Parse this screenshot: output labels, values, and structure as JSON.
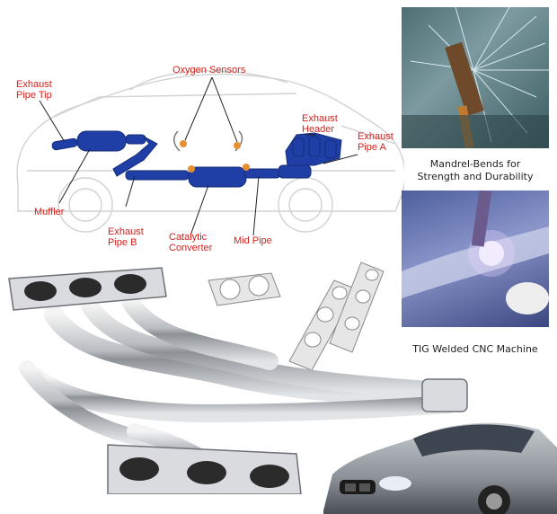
{
  "diagram": {
    "labels": {
      "exhaust_pipe_tip": "Exhaust\nPipe Tip",
      "oxygen_sensors": "Oxygen Sensors",
      "exhaust_header": "Exhaust\nHeader",
      "exhaust_pipe_a": "Exhaust\nPipe A",
      "muffler": "Muffler",
      "exhaust_pipe_b": "Exhaust\nPipe B",
      "catalytic_converter": "Catalytic\nConverter",
      "mid_pipe": "Mid Pipe"
    },
    "label_color": "#d4211c",
    "part_color": "#1f3fa6"
  },
  "captions": {
    "mandrel": "Mandrel-Bends for\nStrength and Durability",
    "tig": "TIG Welded CNC Machine"
  }
}
